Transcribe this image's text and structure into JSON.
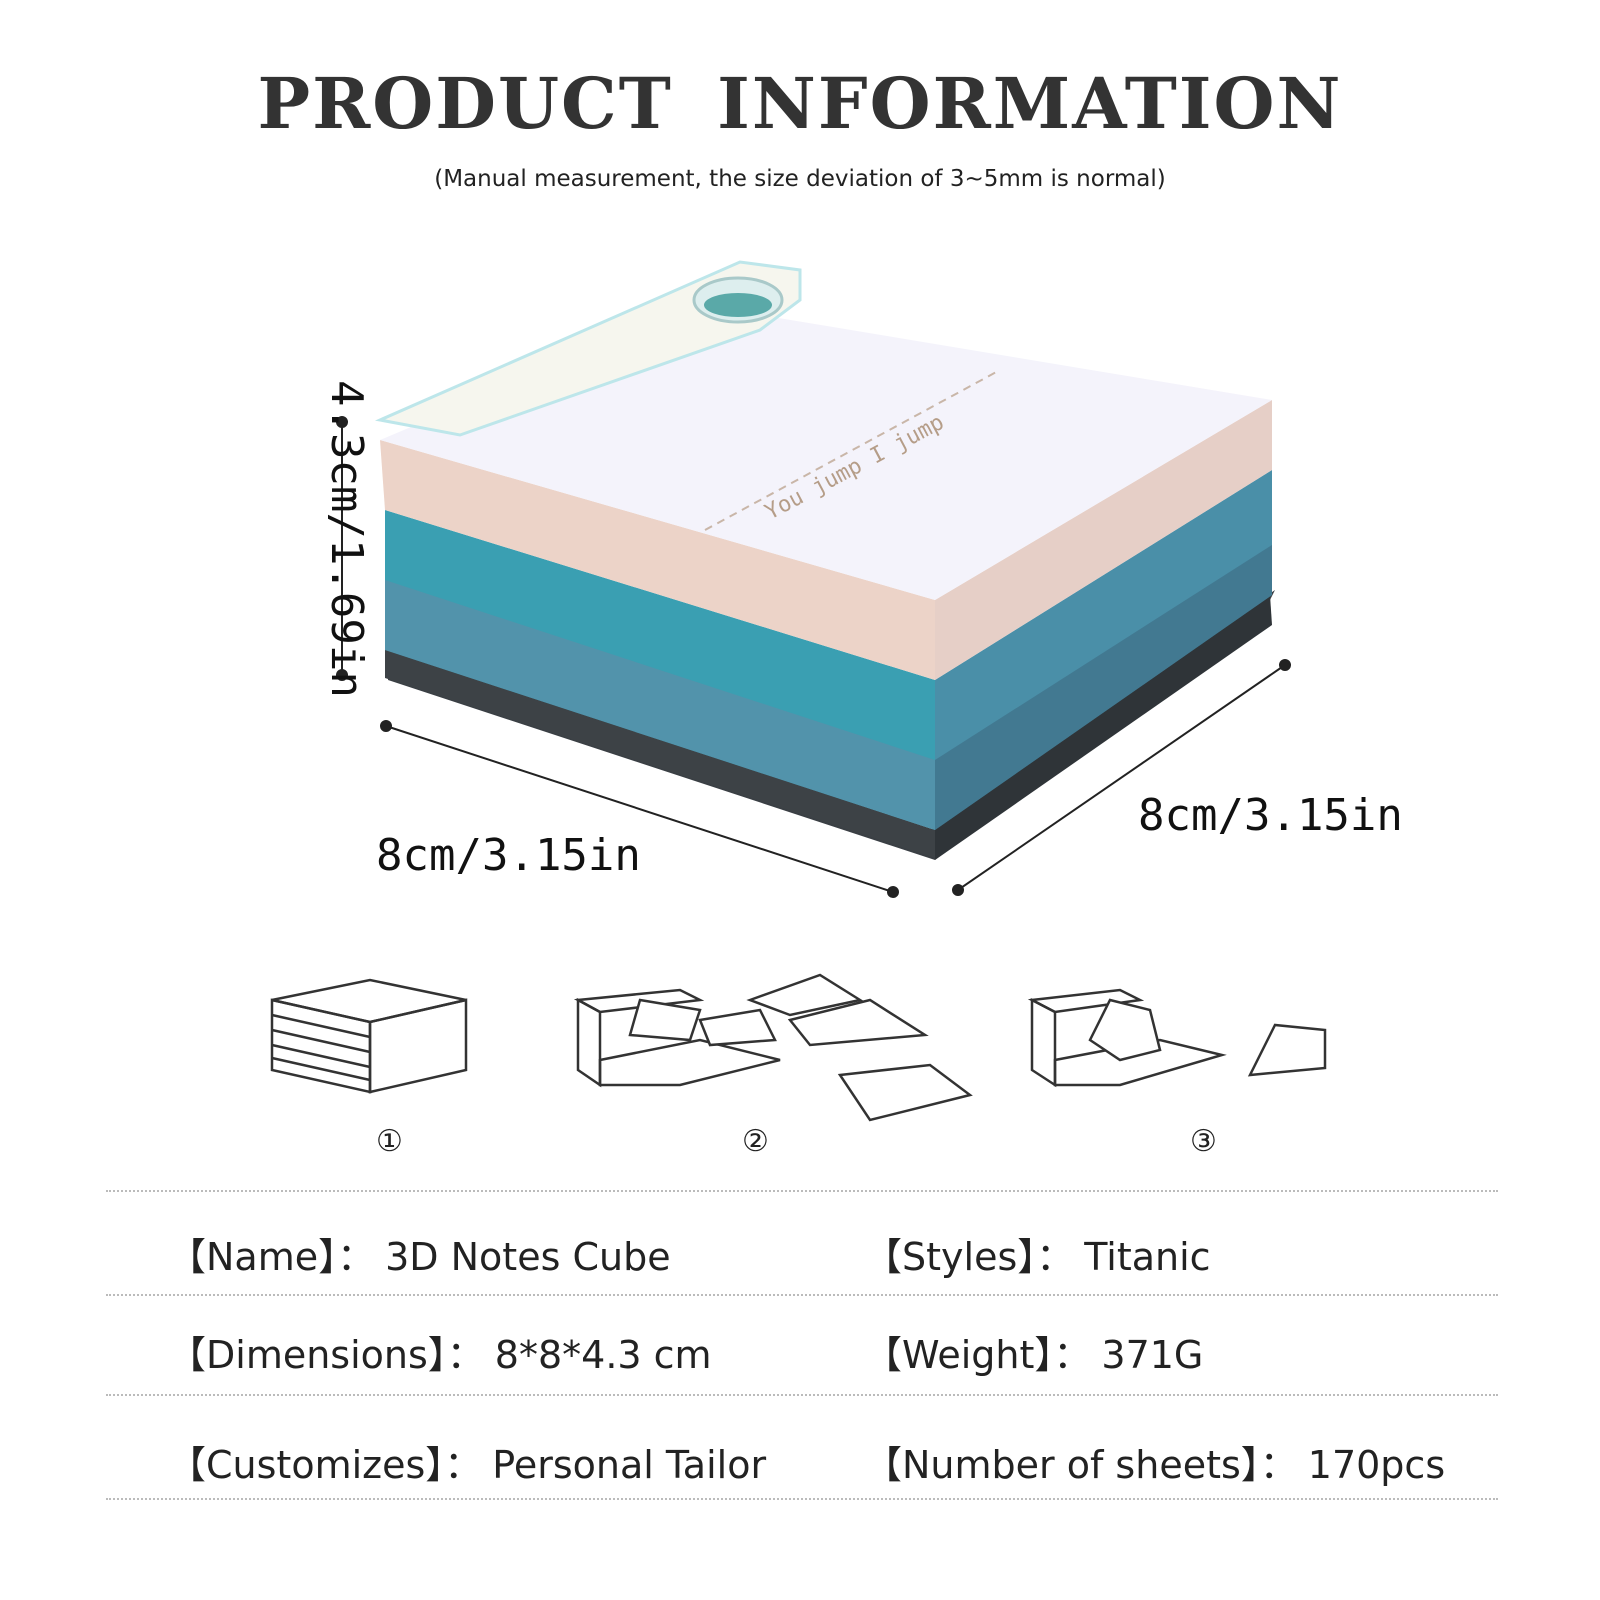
{
  "header": {
    "title": "PRODUCT INFORMATION",
    "subtitle": "(Manual measurement, the size deviation of 3~5mm is normal)"
  },
  "dimensions": {
    "height": "4.3cm/1.69in",
    "width": "8cm/3.15in",
    "depth": "8cm/3.15in"
  },
  "product_print": "You jump I jump",
  "steps": [
    "①",
    "②",
    "③"
  ],
  "specs": [
    {
      "key": "【Name】：",
      "value": "3D Notes Cube"
    },
    {
      "key": "【Styles】：",
      "value": "Titanic"
    },
    {
      "key": "【Dimensions】：",
      "value": "8*8*4.3 cm"
    },
    {
      "key": "【Weight】：",
      "value": "371G"
    },
    {
      "key": "【Customizes】：",
      "value": "Personal Tailor"
    },
    {
      "key": "【Number of sheets】：",
      "value": "170pcs"
    }
  ]
}
